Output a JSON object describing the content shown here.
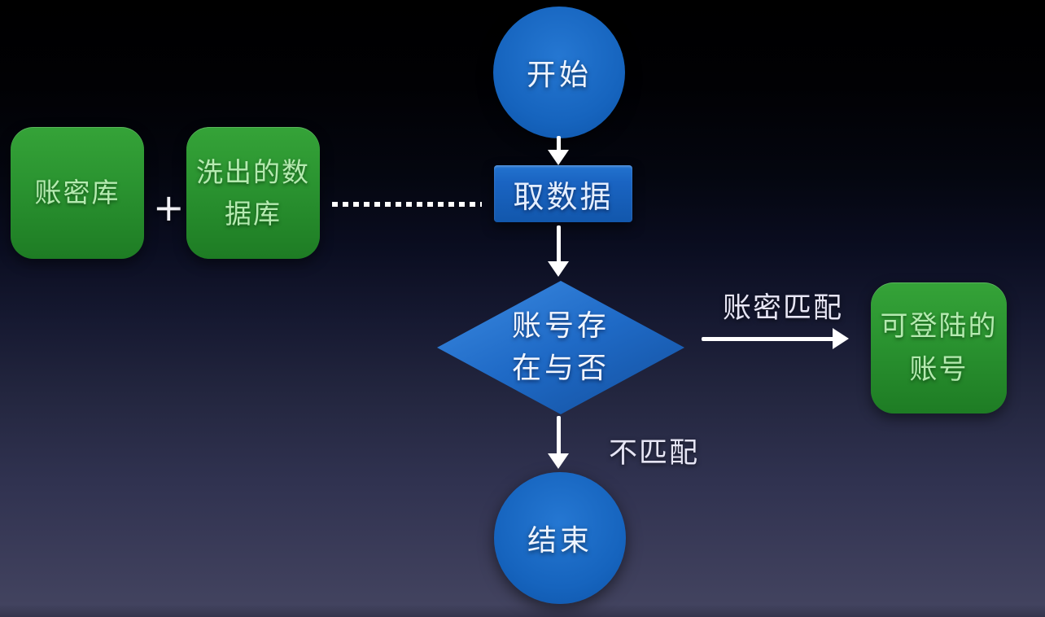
{
  "diagram": {
    "nodes": {
      "start": {
        "label": "开始"
      },
      "source_db": {
        "label": "账密库"
      },
      "cleaned_db": {
        "label": "洗出的数据库"
      },
      "fetch": {
        "label": "取数据"
      },
      "decision": {
        "label": "账号存在与否"
      },
      "result": {
        "label": "可登陆的账号"
      },
      "end": {
        "label": "结束"
      }
    },
    "labels": {
      "plus": "+",
      "match": "账密匹配",
      "no_match": "不匹配"
    },
    "colors": {
      "node_blue": "#1a64c2",
      "node_green": "#2a9330",
      "green_text": "#b5eab0",
      "blue_text": "#eef4ff",
      "edge_label_text": "#e6e5f4",
      "arrow": "#ffffff",
      "background_top": "#000000",
      "background_bottom": "#42435f"
    }
  }
}
